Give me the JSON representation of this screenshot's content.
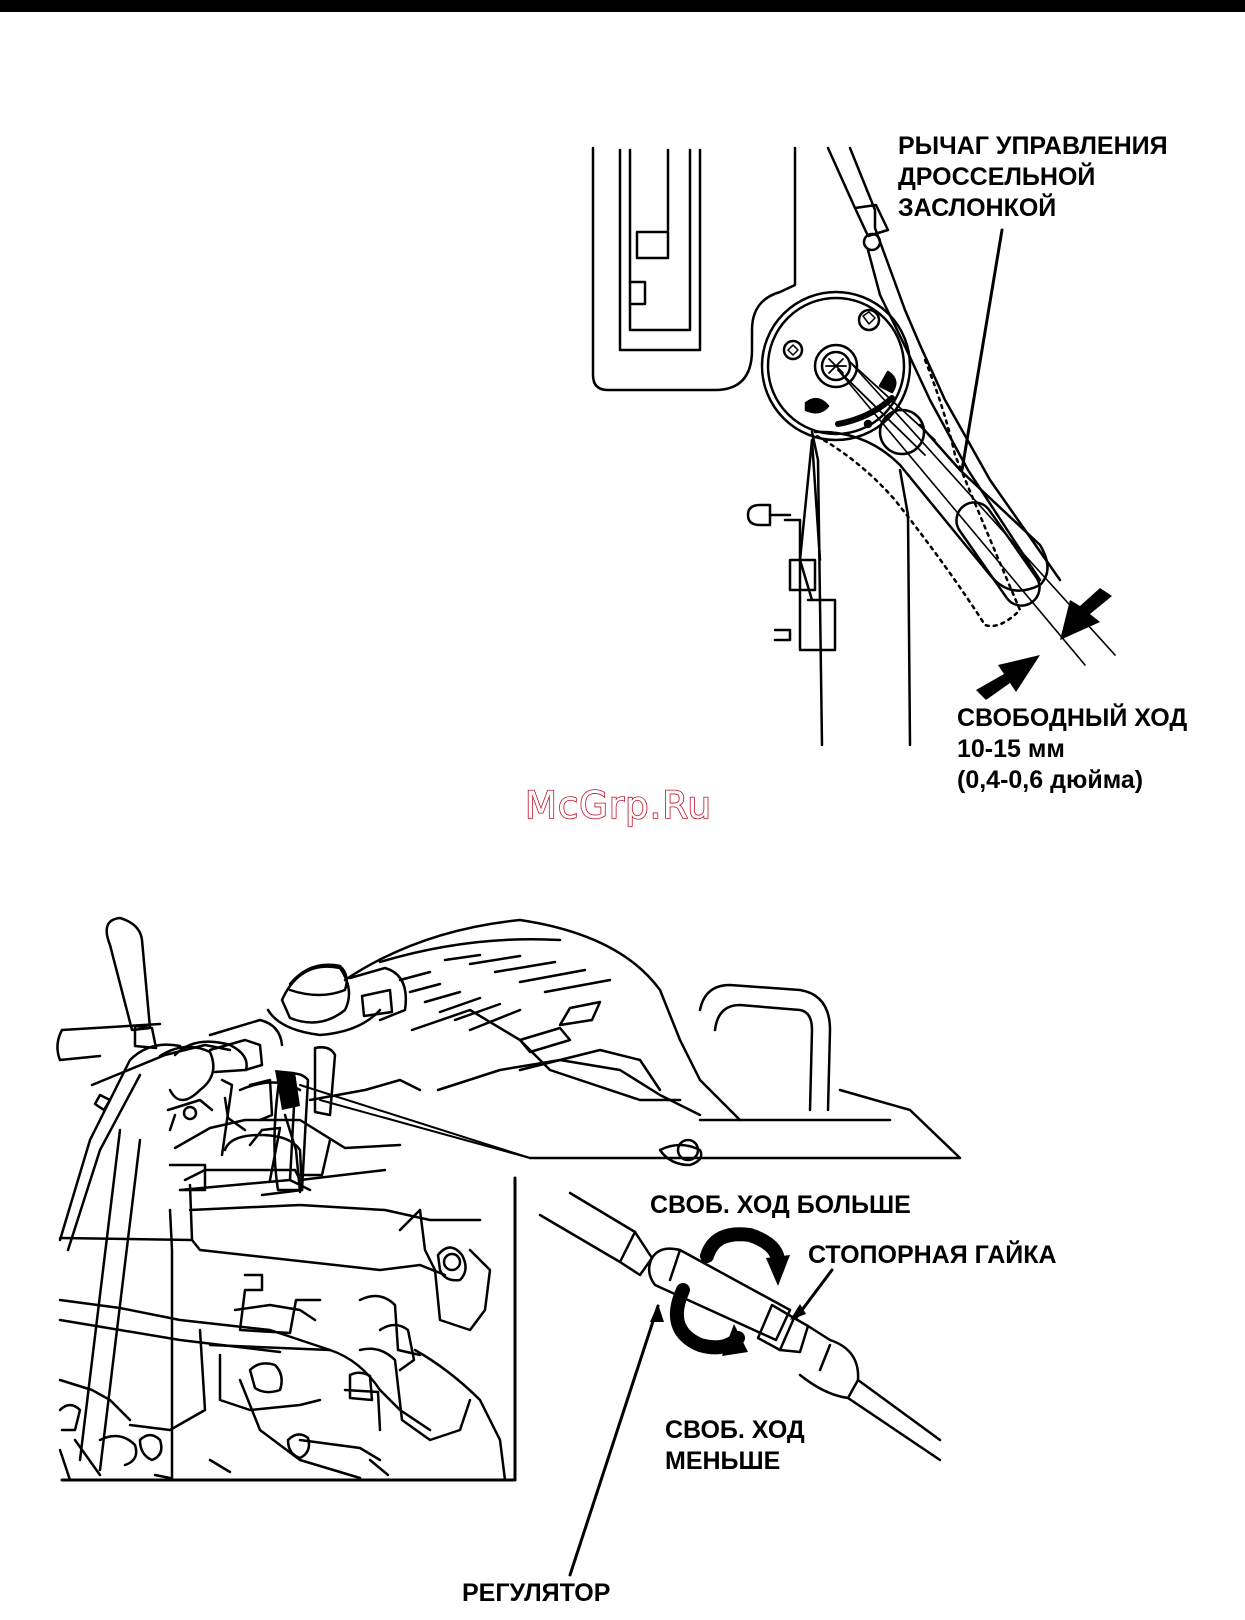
{
  "top_figure": {
    "label_lever": "РЫЧАГ УПРАВЛЕНИЯ\nДРОССЕЛЬНОЙ\nЗАСЛОНКОЙ",
    "label_freeplay": "СВОБОДНЫЙ ХОД\n10-15 мм\n(0,4-0,6 дюйма)"
  },
  "watermark": "McGrp.Ru",
  "bottom_figure": {
    "label_more": "СВОБ. ХОД БОЛЬШЕ",
    "label_locknut": "СТОПОРНАЯ ГАЙКА",
    "label_less": "СВОБ. ХОД\nМЕНЬШЕ",
    "label_adjuster": "РЕГУЛЯТОР"
  },
  "colors": {
    "ink": "#000000",
    "watermark": "#c0102a",
    "paper": "#ffffff"
  }
}
